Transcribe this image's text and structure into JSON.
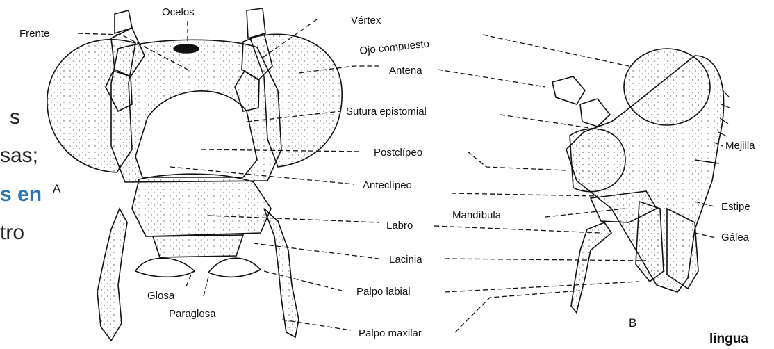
{
  "slide_fragments": {
    "line1": "s",
    "line2": "sas;",
    "line3": "s en",
    "line4": "tro"
  },
  "figure": {
    "panel_a_label": "A",
    "panel_b_label": "B",
    "labels_a": {
      "frente": "Frente",
      "ocelos": "Ocelos",
      "vertex": "Vértex",
      "glosa": "Glosa",
      "paraglosa": "Paraglosa"
    },
    "labels_center": {
      "ojo_compuesto": "Ojo compuesto",
      "antena": "Antena",
      "sutura_epistomial": "Sutura epistomial",
      "postclipeo": "Postclípeo",
      "anteclipeo": "Anteclípeo",
      "mandibula": "Mandíbula",
      "labro": "Labro",
      "lacinia": "Lacinia",
      "palpo_labial": "Palpo labial",
      "palpo_maxilar": "Palpo maxilar"
    },
    "labels_b": {
      "mejilla": "Mejilla",
      "estipe": "Estipe",
      "galea": "Gálea"
    }
  },
  "bottom_word": "lingua"
}
